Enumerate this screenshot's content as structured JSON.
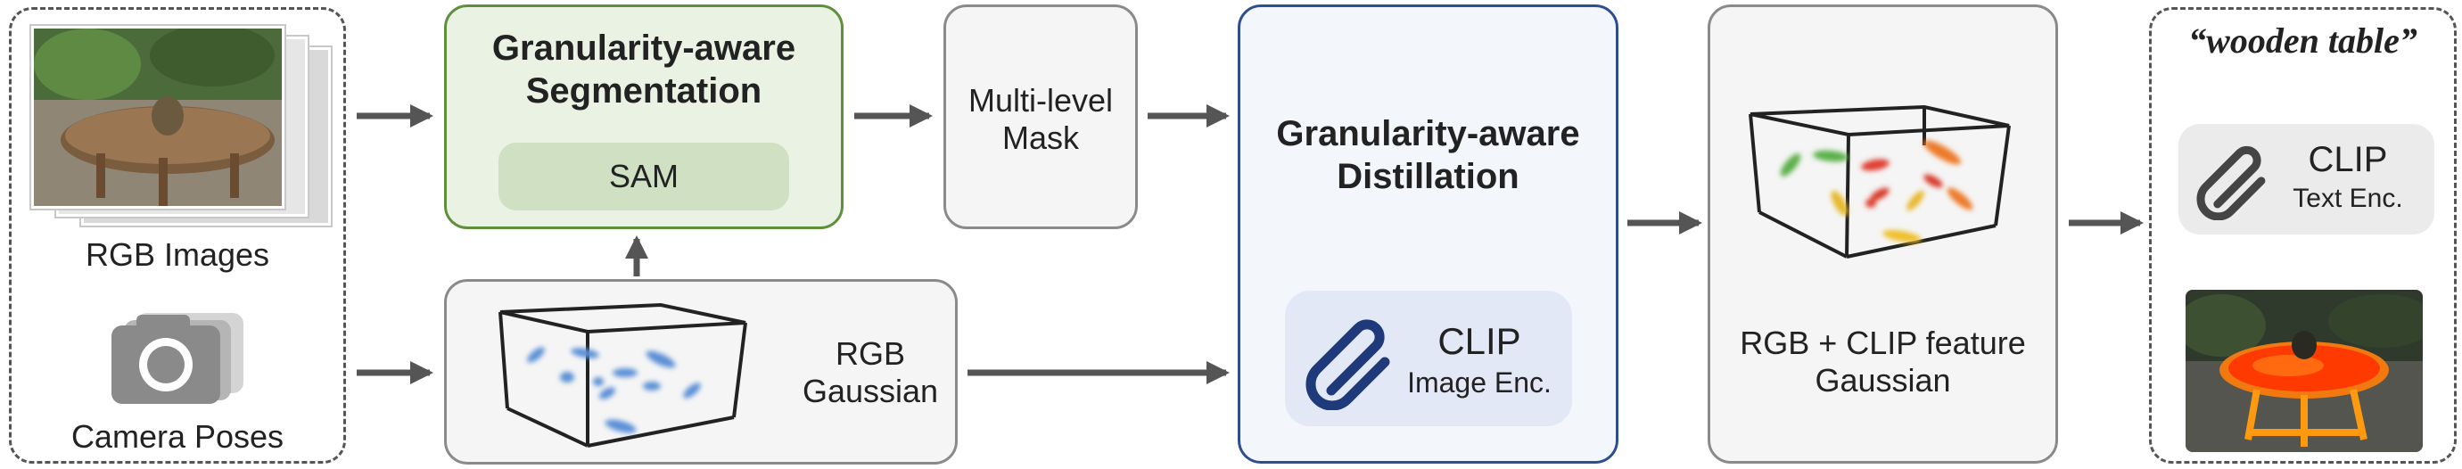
{
  "input": {
    "rgb_images_label": "RGB Images",
    "camera_poses_label": "Camera Poses"
  },
  "segmentation": {
    "title": "Granularity-aware Segmentation",
    "sam_label": "SAM"
  },
  "mask": {
    "label": "Multi-level Mask"
  },
  "rgb_gaussian": {
    "label": "RGB Gaussian"
  },
  "distillation": {
    "title": "Granularity-aware Distillation",
    "clip_title": "CLIP",
    "clip_subtitle": "Image Enc."
  },
  "feature_gaussian": {
    "label": "RGB + CLIP feature Gaussian"
  },
  "query": {
    "text": "“wooden table”",
    "clip_title": "CLIP",
    "clip_subtitle": "Text Enc."
  },
  "colors": {
    "arrow": "#555555",
    "green_border": "#5e8f3b",
    "blue_border": "#2e4f8f",
    "clip_icon": "#1e3a7a"
  }
}
